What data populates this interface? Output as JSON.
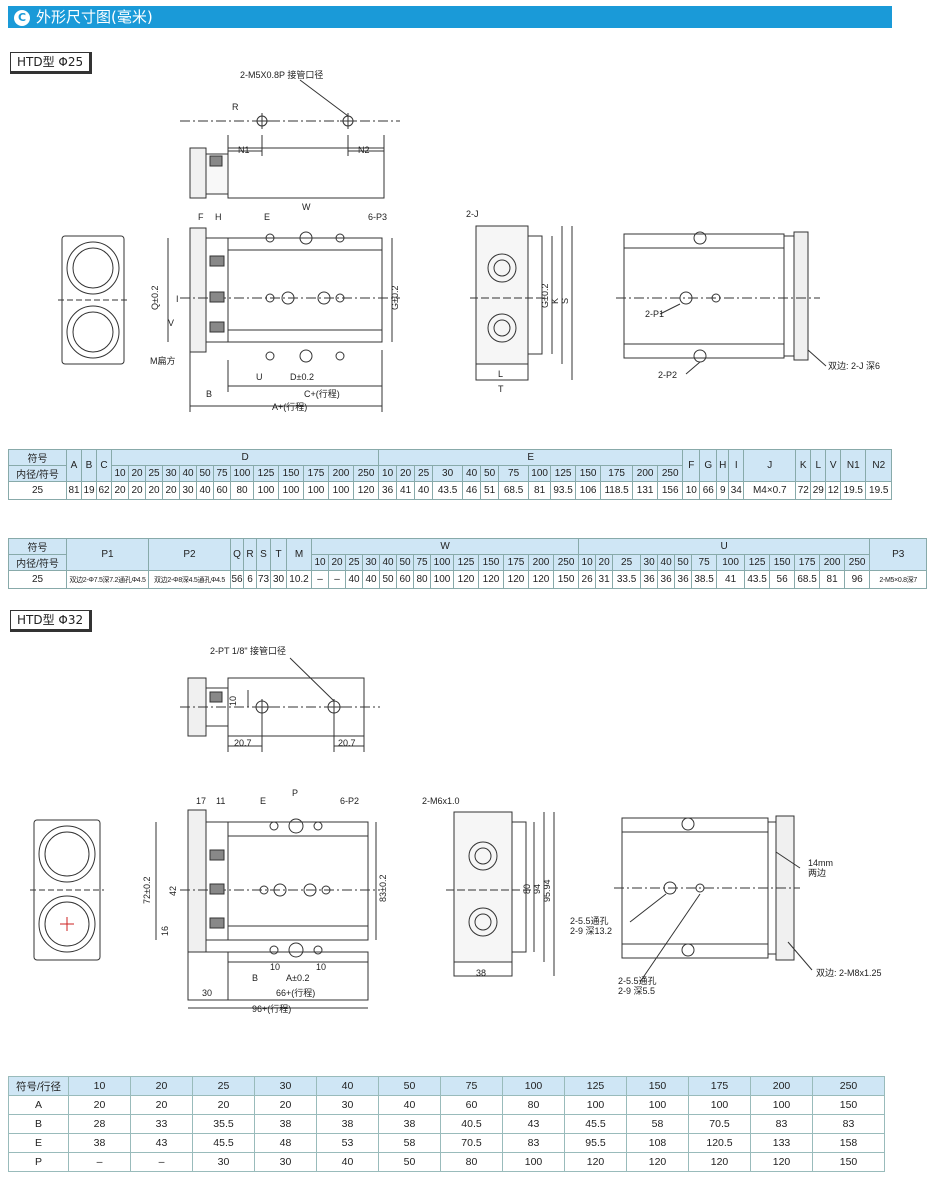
{
  "header": {
    "badge_letter": "C",
    "title": "外形尺寸图(毫米)"
  },
  "section_25": {
    "model_label": "HTD型  Φ25",
    "top_view": {
      "port_note": "2-M5X0.8P 接管口径",
      "label_R": "R",
      "label_N1": "N1",
      "label_N2": "N2"
    },
    "front_view": {
      "labels": {
        "F": "F",
        "H": "H",
        "E": "E",
        "W": "W",
        "P3": "6-P3",
        "Q": "Q±0.2",
        "I": "I",
        "V": "V",
        "G": "G±0.2",
        "M": "M扁方",
        "B": "B",
        "U": "U",
        "D": "D±0.2",
        "C": "C+(行程)",
        "A": "A+(行程)"
      }
    },
    "side_view": {
      "labels": {
        "J": "2-J",
        "G": "G±0.2",
        "K": "K",
        "S": "S",
        "L": "L",
        "T": "T"
      }
    },
    "back_view": {
      "labels": {
        "P1": "2-P1",
        "P2": "2-P2",
        "note": "双边: 2-J 深6"
      }
    },
    "table1": {
      "h_symbol": "符号",
      "h_bore": "内径/符号",
      "h_A": "A",
      "h_B": "B",
      "h_C": "C",
      "h_D": "D",
      "h_E": "E",
      "tail_headers": [
        "F",
        "G",
        "H",
        "I",
        "J",
        "K",
        "L",
        "V",
        "N1",
        "N2"
      ],
      "strokes": [
        "10",
        "20",
        "25",
        "30",
        "40",
        "50",
        "75",
        "100",
        "125",
        "150",
        "175",
        "200",
        "250"
      ],
      "e_strokes": [
        "10",
        "20",
        "25",
        "30",
        "40",
        "50",
        "75",
        "100",
        "125",
        "150",
        "175",
        "200",
        "250"
      ],
      "row": {
        "bore": "25",
        "A": "81",
        "B": "19",
        "C": "62",
        "D": [
          "20",
          "20",
          "20",
          "20",
          "30",
          "40",
          "60",
          "80",
          "100",
          "100",
          "100",
          "100",
          "120"
        ],
        "E": [
          "36",
          "41",
          "40",
          "43.5",
          "46",
          "51",
          "68.5",
          "81",
          "93.5",
          "106",
          "118.5",
          "131",
          "156"
        ],
        "tail": [
          "10",
          "66",
          "9",
          "34",
          "M4×0.7",
          "72",
          "29",
          "12",
          "19.5",
          "19.5"
        ]
      }
    },
    "table2": {
      "h_symbol": "符号",
      "h_bore": "内径/符号",
      "h_P1": "P1",
      "h_P2": "P2",
      "mid_headers": [
        "Q",
        "R",
        "S",
        "T",
        "M"
      ],
      "h_W": "W",
      "h_U": "U",
      "h_P3": "P3",
      "w_strokes": [
        "10",
        "20",
        "25",
        "30",
        "40",
        "50",
        "75",
        "100",
        "125",
        "150",
        "175",
        "200",
        "250"
      ],
      "u_strokes": [
        "10",
        "20",
        "25",
        "30",
        "40",
        "50",
        "75",
        "100",
        "125",
        "150",
        "175",
        "200",
        "250"
      ],
      "row": {
        "bore": "25",
        "P1": "双边2-Φ7.5深7.2通孔Φ4.5",
        "P2": "双边2-Φ8深4.5通孔Φ4.5",
        "mid": [
          "56",
          "6",
          "73",
          "30",
          "10.2"
        ],
        "W": [
          "–",
          "–",
          "40",
          "40",
          "50",
          "60",
          "80",
          "100",
          "120",
          "120",
          "120",
          "120",
          "150"
        ],
        "U": [
          "26",
          "31",
          "33.5",
          "36",
          "36",
          "36",
          "38.5",
          "41",
          "43.5",
          "56",
          "68.5",
          "81",
          "96"
        ],
        "P3": "2-M5×0.8深7"
      }
    }
  },
  "section_32": {
    "model_label": "HTD型  Φ32",
    "top_view": {
      "port_note": "2-PT 1/8\" 接管口径",
      "dim_10": "10",
      "dim_left": "20.7",
      "dim_right": "20.7"
    },
    "front_view": {
      "labels": {
        "d17": "17",
        "d11": "11",
        "E": "E",
        "P": "P",
        "P2": "6-P2",
        "d72": "72±0.2",
        "d42": "42",
        "d16": "16",
        "d83": "83±0.2",
        "d10a": "10",
        "d10b": "10",
        "B": "B",
        "A": "A±0.2",
        "d30": "30",
        "d66": "66+(行程)",
        "d96": "96+(行程)"
      }
    },
    "side_view": {
      "labels": {
        "M6": "2-M6x1.0",
        "d80": "80",
        "d94": "94",
        "d95": "95.94",
        "d38": "38"
      }
    },
    "back_view": {
      "labels": {
        "mm14": "14mm",
        "both": "两边",
        "h1a": "2-5.5通孔",
        "h1b": "2-9 深13.2",
        "h2a": "2-5.5通孔",
        "h2b": "2-9 深5.5",
        "m8": "双边: 2-M8x1.25"
      }
    },
    "table3": {
      "headers": [
        "符号/行径",
        "10",
        "20",
        "25",
        "30",
        "40",
        "50",
        "75",
        "100",
        "125",
        "150",
        "175",
        "200",
        "250"
      ],
      "rows": [
        [
          "A",
          "20",
          "20",
          "20",
          "20",
          "30",
          "40",
          "60",
          "80",
          "100",
          "100",
          "100",
          "100",
          "150"
        ],
        [
          "B",
          "28",
          "33",
          "35.5",
          "38",
          "38",
          "38",
          "40.5",
          "43",
          "45.5",
          "58",
          "70.5",
          "83",
          "83"
        ],
        [
          "E",
          "38",
          "43",
          "45.5",
          "48",
          "53",
          "58",
          "70.5",
          "83",
          "95.5",
          "108",
          "120.5",
          "133",
          "158"
        ],
        [
          "P",
          "–",
          "–",
          "30",
          "30",
          "40",
          "50",
          "80",
          "100",
          "120",
          "120",
          "120",
          "120",
          "150"
        ]
      ]
    }
  },
  "colors": {
    "accent": "#1a9ad8",
    "table_header": "#cfe6f5"
  }
}
